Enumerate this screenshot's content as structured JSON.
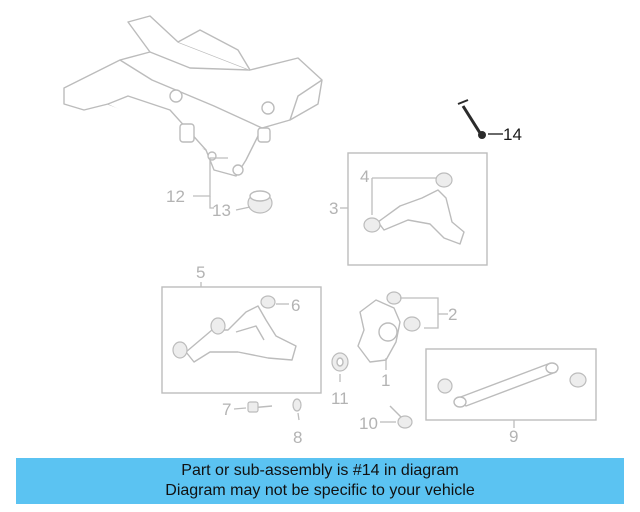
{
  "callouts": {
    "c1": "1",
    "c2": "2",
    "c3": "3",
    "c4": "4",
    "c5": "5",
    "c6": "6",
    "c7": "7",
    "c8": "8",
    "c9": "9",
    "c10": "10",
    "c11": "11",
    "c12": "12",
    "c13": "13",
    "c14": "14"
  },
  "highlighted_part": "14",
  "colors": {
    "banner": "#5bc3f2",
    "active_callout": "#1a1a1a",
    "inactive_line": "#bcbcbc"
  },
  "banner": {
    "line1": "Part or sub-assembly is #14 in diagram",
    "line2": "Diagram may not be specific to your vehicle"
  }
}
